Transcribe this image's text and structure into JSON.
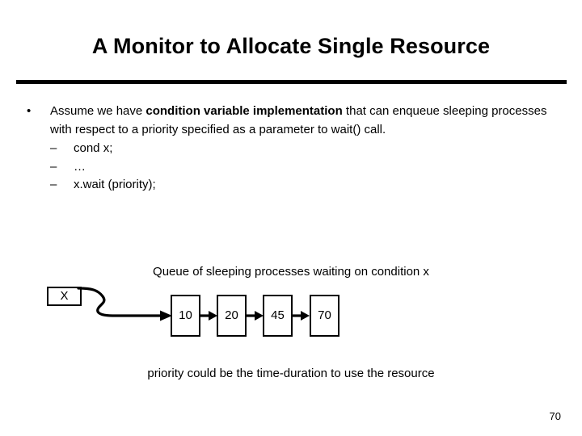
{
  "slide": {
    "title": "A Monitor to Allocate Single Resource",
    "page_number": "70"
  },
  "body": {
    "bullet_marker": "•",
    "dash_marker": "–",
    "main_bullet": {
      "text_before_bold": "Assume we have ",
      "bold_text": "condition variable implementation",
      "text_after_bold": " that can enqueue sleeping processes with respect to a priority specified as a parameter to wait() call."
    },
    "sub_bullets": [
      {
        "label": "cond x;"
      },
      {
        "label": "…"
      },
      {
        "label": "x.wait (priority);"
      }
    ]
  },
  "diagram": {
    "caption": "Queue of sleeping processes waiting on condition x",
    "head_label": "X",
    "nodes": [
      {
        "value": "10"
      },
      {
        "value": "20"
      },
      {
        "value": "45"
      },
      {
        "value": "70"
      }
    ],
    "note": "priority could be the time-duration to use the resource"
  },
  "colors": {
    "ink": "#000000",
    "background": "#ffffff"
  }
}
